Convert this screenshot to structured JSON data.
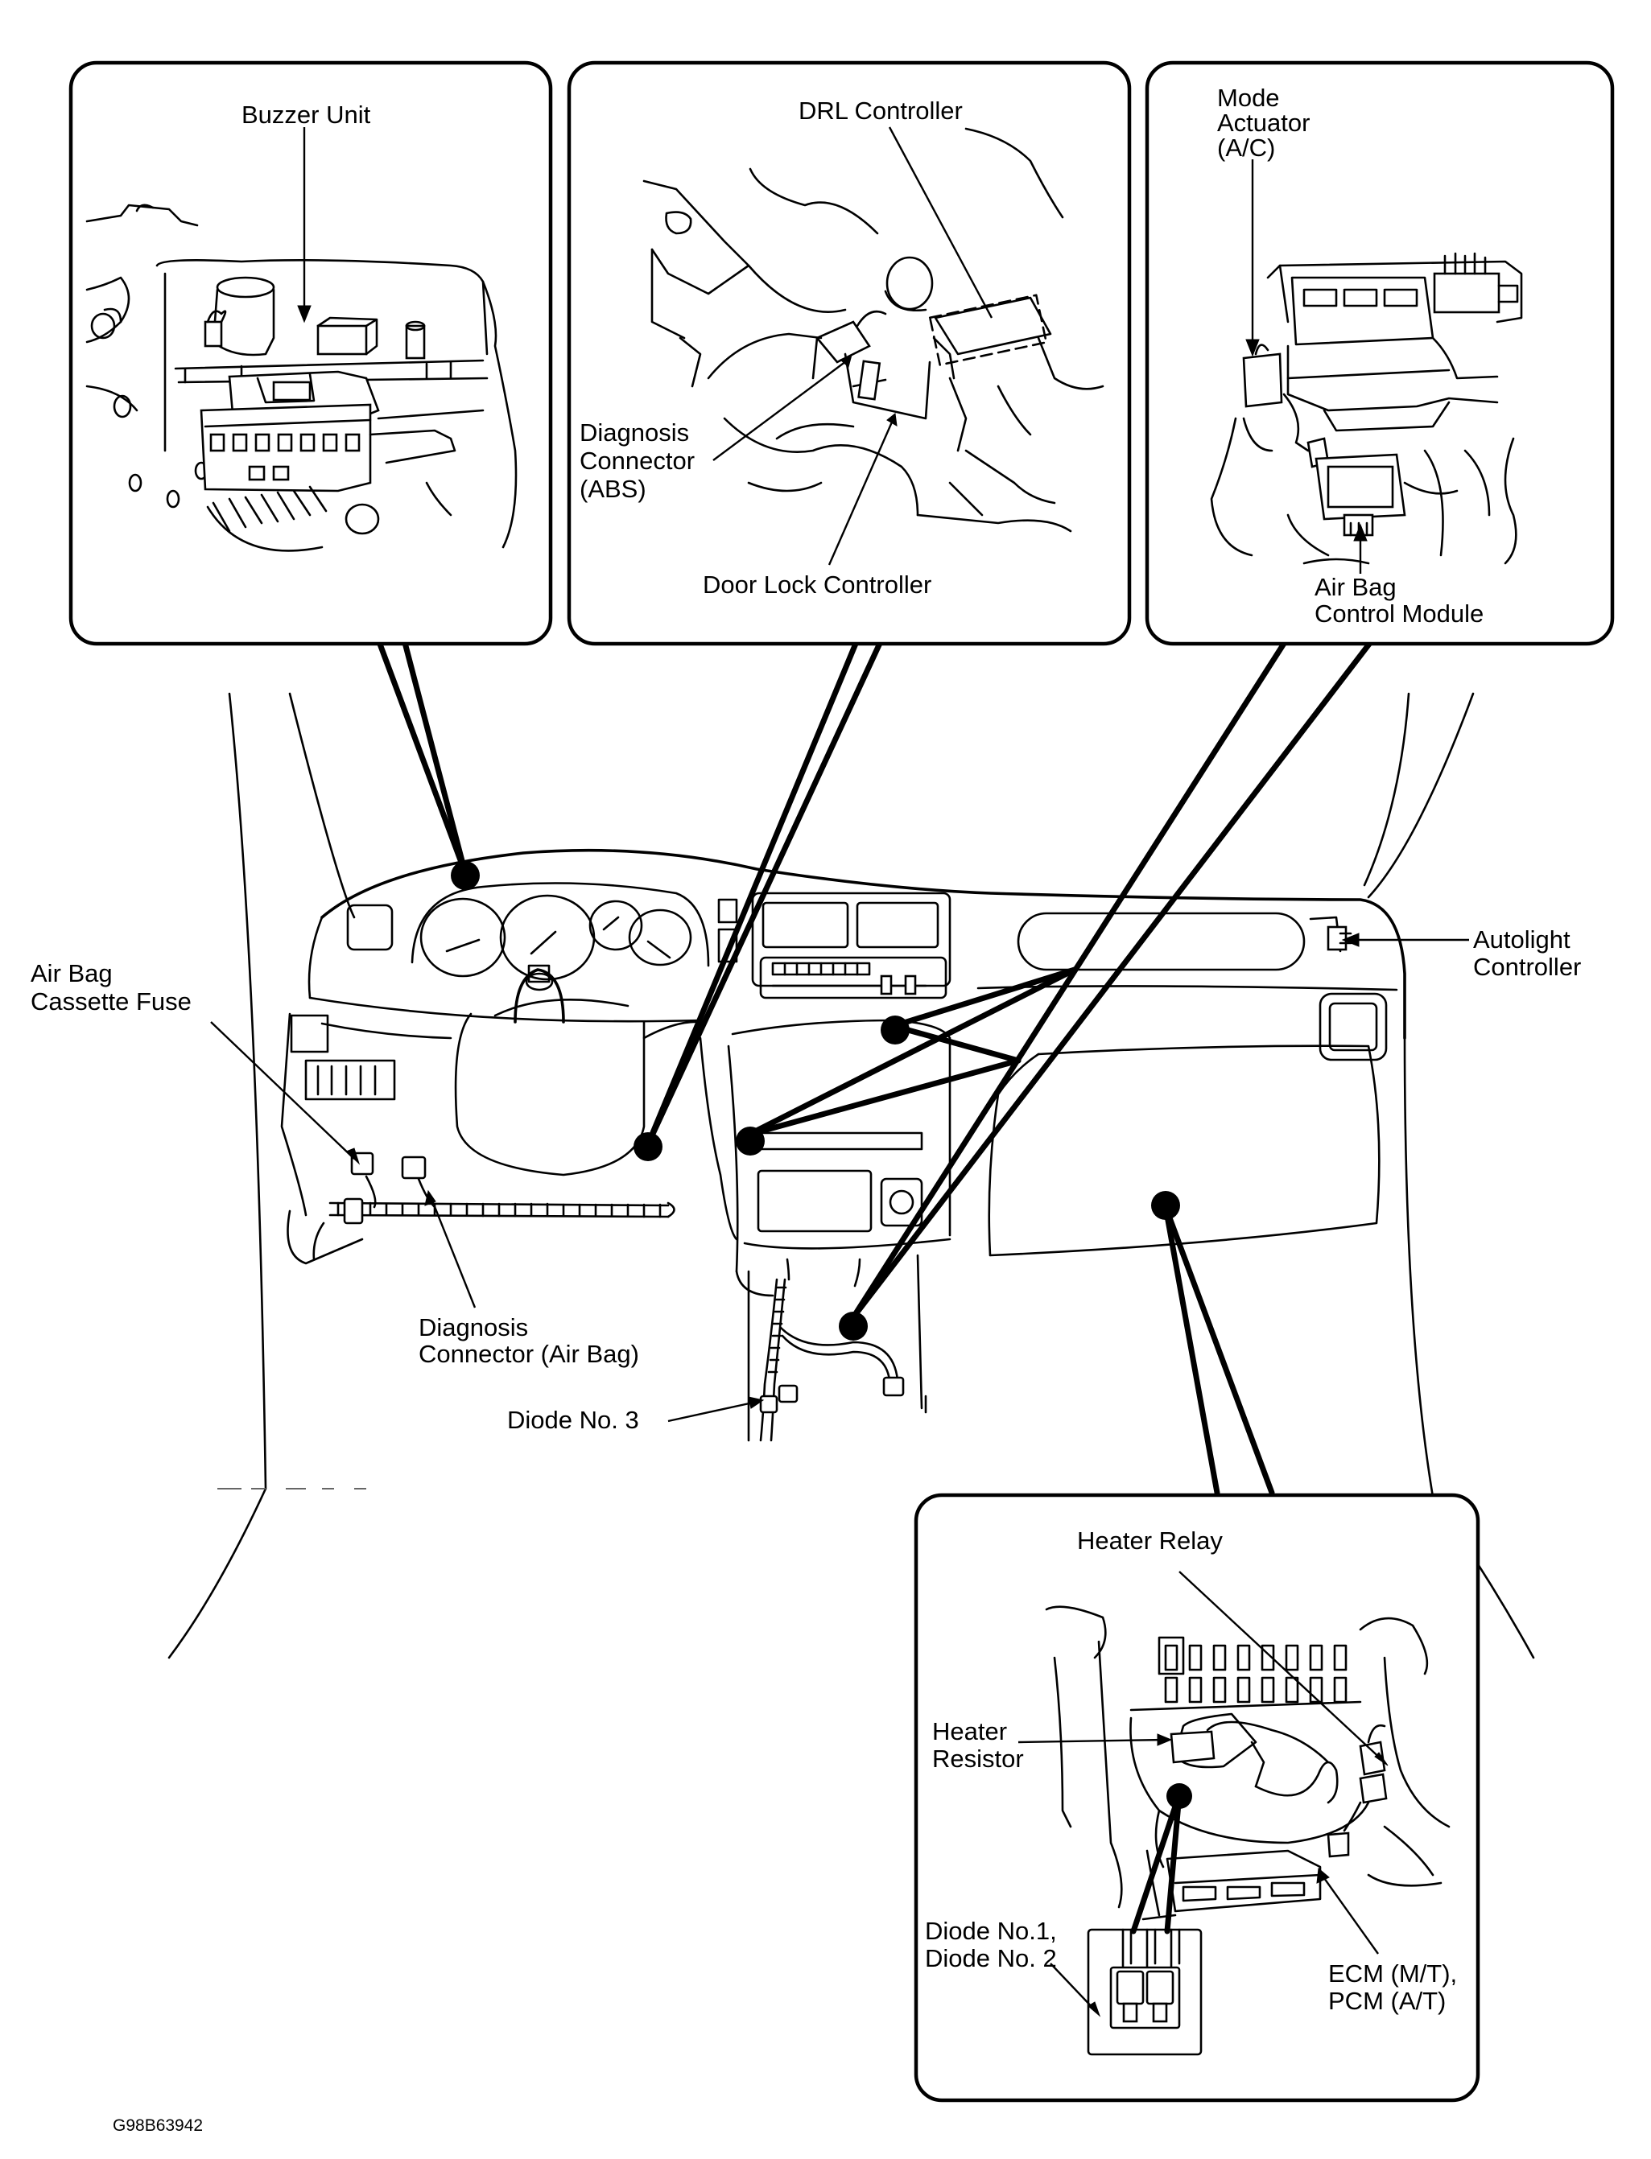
{
  "labels": {
    "buzzer_unit": "Buzzer Unit",
    "drl_controller": "DRL Controller",
    "mode_actuator": [
      "Mode",
      "Actuator",
      "(A/C)"
    ],
    "diagnosis_connector_abs": [
      "Diagnosis",
      "Connector",
      "(ABS)"
    ],
    "door_lock_controller": "Door Lock Controller",
    "air_bag_control_module": [
      "Air Bag",
      "Control Module"
    ],
    "air_bag_cassette_fuse": [
      "Air Bag",
      "Cassette Fuse"
    ],
    "autolight_controller": [
      "Autolight",
      "Controller"
    ],
    "diagnosis_connector_air_bag": [
      "Diagnosis",
      "Connector (Air Bag)"
    ],
    "diode_no_3": "Diode No. 3",
    "heater_relay": "Heater Relay",
    "heater_resistor": [
      "Heater",
      "Resistor"
    ],
    "diode_no_1_2": [
      "Diode No.1,",
      "Diode No. 2"
    ],
    "ecm_pcm": [
      "ECM (M/T),",
      "PCM (A/T)"
    ]
  },
  "figure_code": "G98B63942"
}
